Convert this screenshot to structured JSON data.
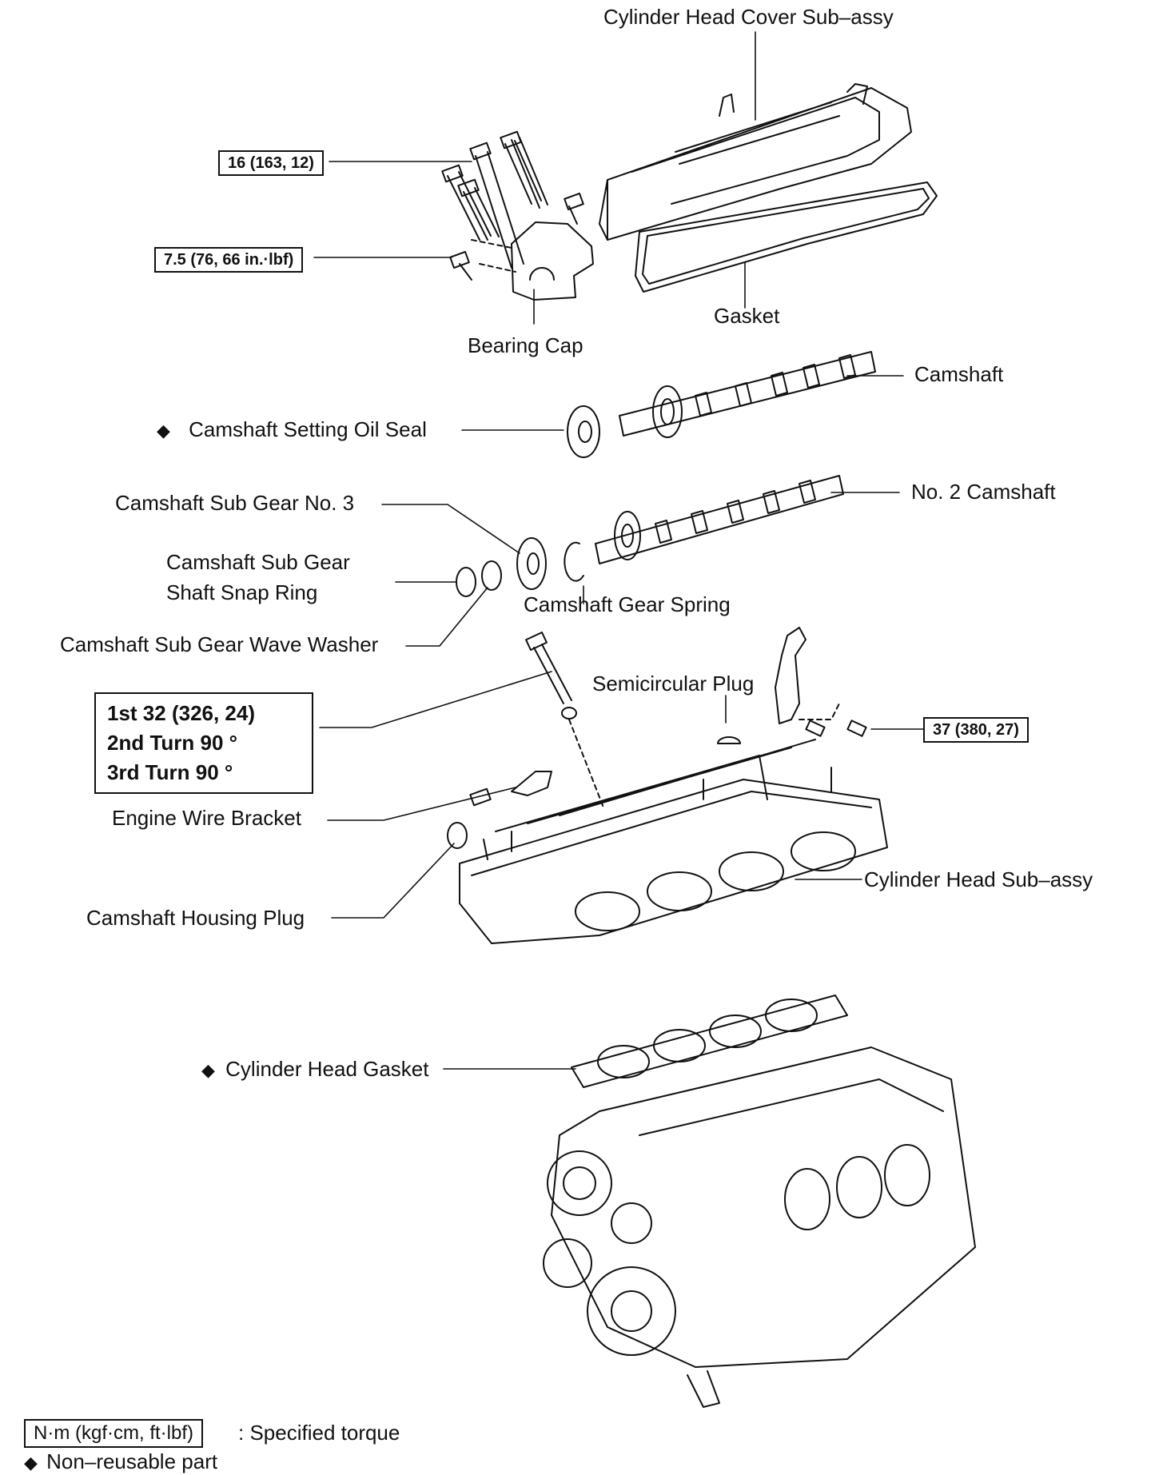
{
  "labels": {
    "cover": "Cylinder Head Cover Sub–assy",
    "gasket": "Gasket",
    "bearing_cap": "Bearing Cap",
    "camshaft": "Camshaft",
    "oil_seal": "Camshaft Setting Oil Seal",
    "sub_gear_no3": "Camshaft Sub Gear No. 3",
    "no2_camshaft": "No. 2 Camshaft",
    "snap_ring_line1": "Camshaft Sub Gear",
    "snap_ring_line2": "Shaft Snap Ring",
    "gear_spring": "Camshaft Gear Spring",
    "wave_washer": "Camshaft Sub Gear Wave Washer",
    "semicircular_plug": "Semicircular Plug",
    "engine_wire_bracket": "Engine Wire Bracket",
    "cylinder_head": "Cylinder Head Sub–assy",
    "housing_plug": "Camshaft Housing Plug",
    "head_gasket": "Cylinder Head Gasket"
  },
  "torques": {
    "cover_bolts": "16 (163, 12)",
    "cap_bolt": "7.5 (76, 66 in.·lbf)",
    "bracket_bolt": "37 (380, 27)",
    "head_bolt_steps": [
      "1st 32 (326, 24)",
      "2nd Turn 90 °",
      "3rd Turn 90 °"
    ]
  },
  "legend": {
    "torque_unit": "N·m (kgf·cm, ft·lbf)",
    "torque_desc": ": Specified torque",
    "nonreusable_desc": "Non–reusable part",
    "diamond": "◆"
  }
}
